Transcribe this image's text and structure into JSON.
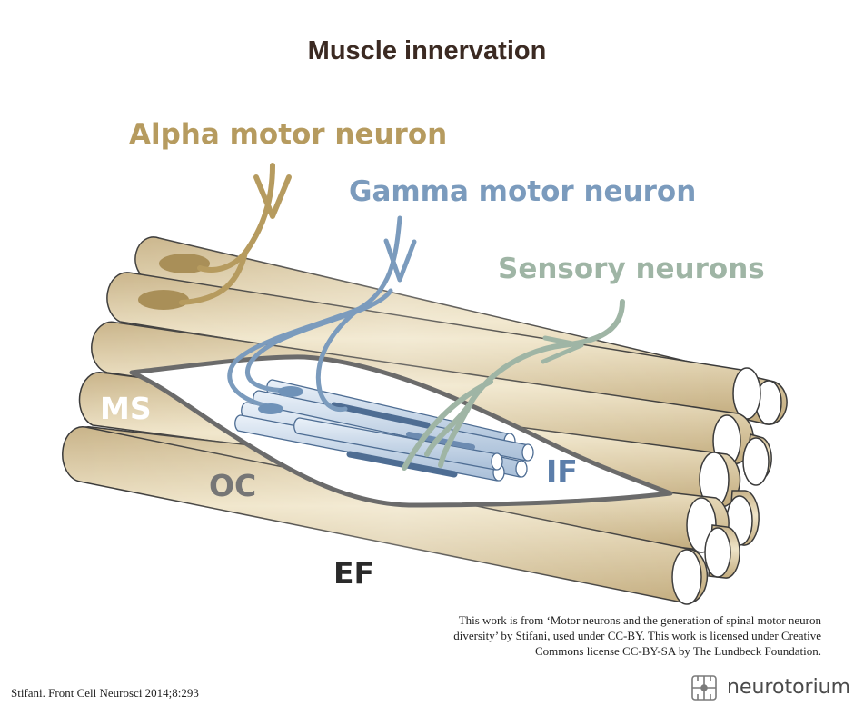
{
  "title": "Muscle innervation",
  "labels": {
    "alpha": "Alpha motor neuron",
    "gamma": "Gamma motor neuron",
    "sensory": "Sensory neurons",
    "ms": "MS",
    "oc": "OC",
    "if": "IF",
    "ef": "EF"
  },
  "credit": "This work is from ‘Motor neurons and the generation of spinal motor neuron diversity’ by Stifani, used under CC-BY. This work is licensed under Creative Commons license CC-BY-SA by The Lundbeck Foundation.",
  "citation": "Stifani. Front Cell Neurosci 2014;8:293",
  "brand": "neurotorium",
  "colors": {
    "muscle_fiber": "#dccaa3",
    "alpha": "#b69b5f",
    "gamma": "#7b9bbd",
    "sensory": "#9fb5a5",
    "capsule": "#666666"
  },
  "icons": [
    "neurotorium-logo-icon",
    "arrow-icon"
  ]
}
